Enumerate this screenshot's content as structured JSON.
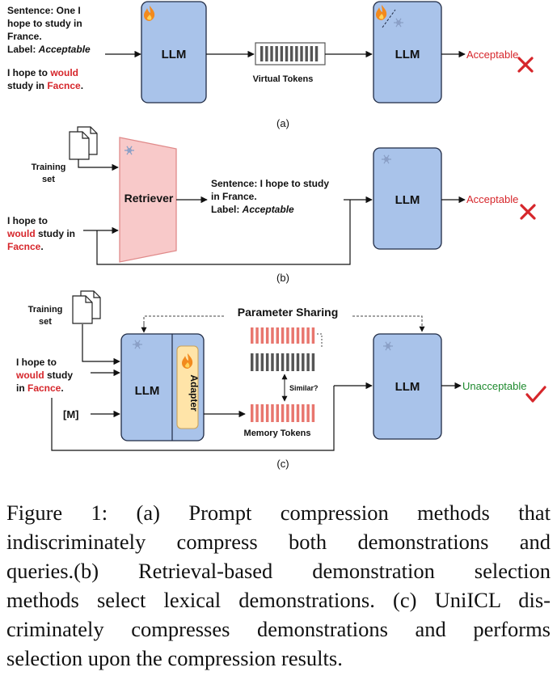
{
  "colors": {
    "llm_fill": "#a9c3ea",
    "llm_stroke": "#1f2a44",
    "retriever_fill": "#f8c9c9",
    "retriever_stroke": "#e08a8a",
    "red": "#d6262b",
    "green": "#1e8a2e",
    "token_dark": "#555555",
    "token_red": "#e8766e",
    "adapter_fill": "#ffe4a8"
  },
  "panel_a": {
    "sentence_lines": [
      "Sentence: One I",
      "hope to study in",
      "France."
    ],
    "label_prefix": "Label: ",
    "label_value": "Acceptable",
    "query_line1_parts": [
      "I hope to ",
      "would"
    ],
    "query_line2_parts": [
      "study in ",
      "Facnce",
      "."
    ],
    "llm1": "LLM",
    "llm2": "LLM",
    "virtual_tokens": "Virtual Tokens",
    "output": "Acceptable",
    "panel_label": "(a)"
  },
  "panel_b": {
    "training_set": [
      "Training",
      "set"
    ],
    "retriever": "Retriever",
    "demo_lines": [
      "Sentence: I hope to study",
      "in France."
    ],
    "demo_label_prefix": "Label: ",
    "demo_label_value": "Acceptable",
    "query_line1": "I hope to",
    "query_line2_parts": [
      "would",
      " study in"
    ],
    "query_line3_parts": [
      "Facnce",
      "."
    ],
    "llm": "LLM",
    "output": "Acceptable",
    "panel_label": "(b)"
  },
  "panel_c": {
    "training_set": [
      "Training",
      "set"
    ],
    "parameter_sharing": "Parameter Sharing",
    "query_line1": "I hope to",
    "query_line2_parts": [
      "would",
      " study"
    ],
    "query_line3_parts": [
      "in ",
      "Facnce",
      "."
    ],
    "mem_input": "[M]",
    "llm1": "LLM",
    "adapter": "Adapter",
    "similar": "Similar?",
    "memory_tokens": "Memory Tokens",
    "llm2": "LLM",
    "output": "Unacceptable",
    "panel_label": "(c)"
  },
  "caption": {
    "lines": [
      "Figure 1:  (a) Prompt compression methods that",
      "indiscriminately compress both demonstrations and",
      "queries.(b) Retrieval-based demonstration selection",
      "methods select lexical demonstrations. (c) UniICL dis-",
      "criminately compresses demonstrations and performs",
      "selection upon the compression results."
    ]
  },
  "icons": [
    "fire-icon",
    "snowflake-icon",
    "document-icon",
    "cross-icon",
    "check-icon"
  ]
}
